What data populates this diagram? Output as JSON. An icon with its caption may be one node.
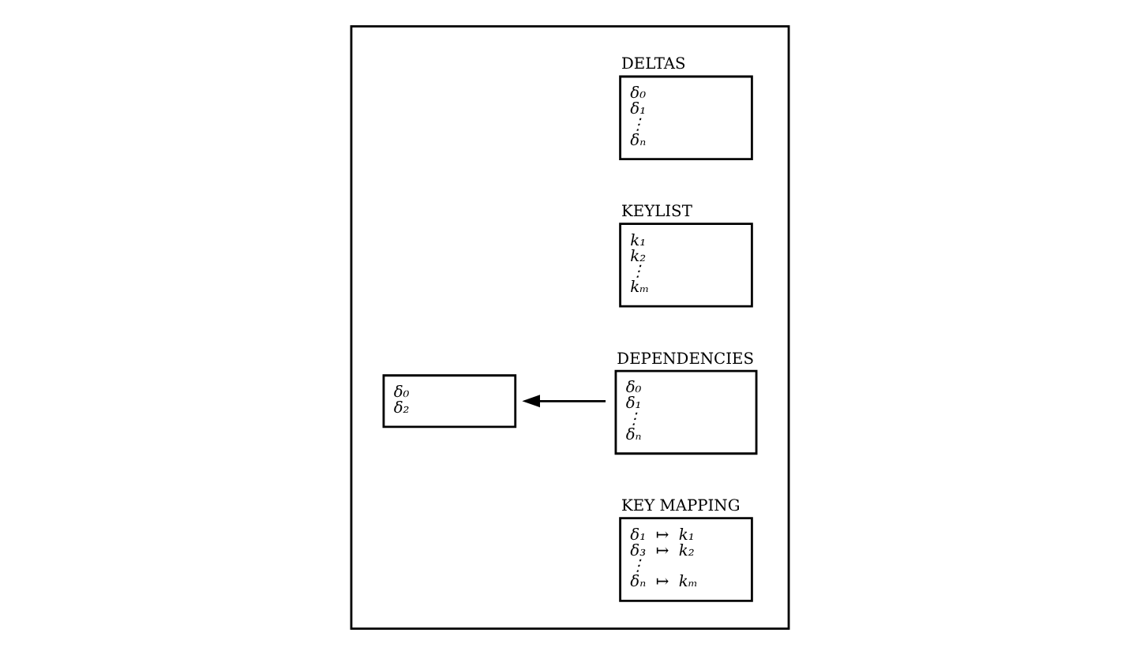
{
  "diagram": {
    "nodes": [
      {
        "text": [],
        "shape": "box"
      },
      {
        "text": [
          "DELTAS",
          "δ₀",
          "δ₁",
          "⋮",
          "δₙ"
        ],
        "in": 0
      },
      {
        "text": [
          "KEYLIST",
          "k₁",
          "k₂",
          "⋮",
          "kₘ"
        ],
        "in": 0
      },
      {
        "text": [
          "δ₀",
          "δ₂"
        ],
        "in": 0
      },
      {
        "text": [
          "DEPENDENCIES",
          "δ₀",
          "δ₁",
          "⋮",
          "δₙ"
        ],
        "in": 0
      },
      {
        "text": [
          "KEY MAPPING",
          "δ₁  ↦  k₁",
          "δ₃  ↦  k₂",
          "⋮",
          "δₙ  ↦  kₘ"
        ],
        "in": 0
      }
    ],
    "edges": [
      {
        "from": 4,
        "to": 3,
        "arrow": "to"
      }
    ]
  }
}
